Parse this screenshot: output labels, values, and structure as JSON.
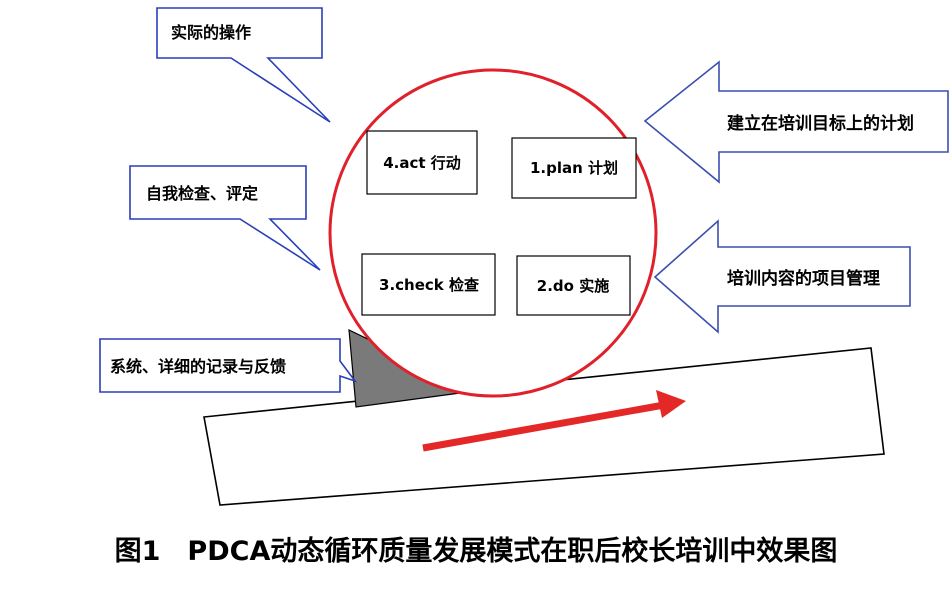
{
  "callouts": {
    "actual_operation": "实际的操作",
    "self_check": "自我检查、评定",
    "record_feedback": "系统、详细的记录与反馈"
  },
  "arrows_text": {
    "plan_basis": "建立在培训目标上的计划",
    "project_management": "培训内容的项目管理"
  },
  "cycle": {
    "act": "4.act 行动",
    "plan": "1.plan 计划",
    "check": "3.check 检查",
    "do": "2.do 实施"
  },
  "caption": "图1　PDCA动态循环质量发展模式在职后校长培训中效果图",
  "colors": {
    "circle": "#e0202a",
    "callout_border": "#2a3fb8",
    "arrow_border": "#3b4fb0",
    "progress_arrow": "#e42828",
    "wedge": "#7a7a7a"
  }
}
